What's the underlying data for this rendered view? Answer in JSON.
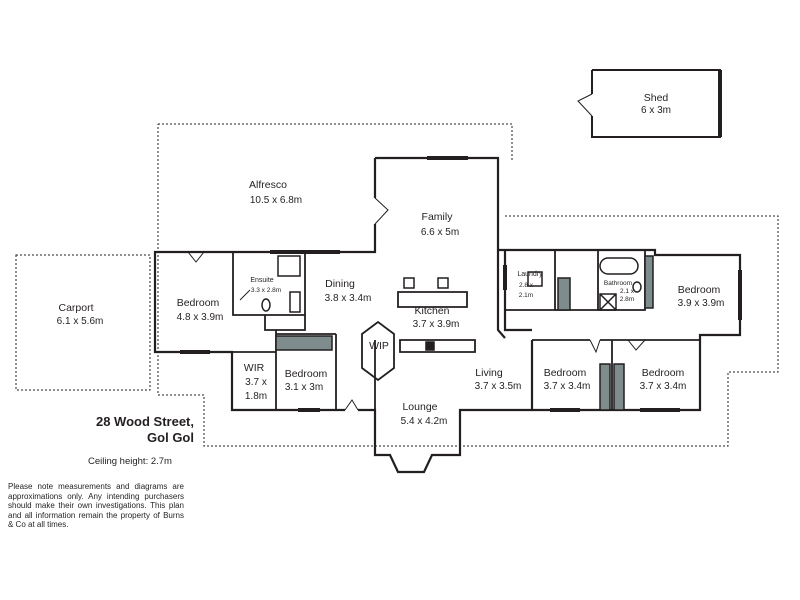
{
  "property": {
    "address_line1": "28 Wood Street,",
    "address_line2": "Gol Gol",
    "ceiling": "Ceiling height: 2.7m",
    "disclaimer": "Please note measurements and diagrams are approximations only. Any intending purchasers should make their own investigations. This plan and all information remain the property of Burns & Co at all times."
  },
  "rooms": {
    "shed": {
      "name": "Shed",
      "dim": "6 x 3m"
    },
    "alfresco": {
      "name": "Alfresco",
      "dim": "10.5 x 6.8m"
    },
    "family": {
      "name": "Family",
      "dim": "6.6 x 5m"
    },
    "carport": {
      "name": "Carport",
      "dim": "6.1 x 5.6m"
    },
    "bedroom_main": {
      "name": "Bedroom",
      "dim": "4.8 x 3.9m"
    },
    "ensuite": {
      "name": "Ensuite",
      "dim": "3.3 x 2.8m"
    },
    "dining": {
      "name": "Dining",
      "dim": "3.8 x 3.4m"
    },
    "kitchen": {
      "name": "Kitchen",
      "dim": "3.7 x 3.9m"
    },
    "wip": {
      "name": "WIP"
    },
    "wir": {
      "name": "WIR",
      "dim1": "3.7 x",
      "dim2": "1.8m"
    },
    "bedroom_2": {
      "name": "Bedroom",
      "dim": "3.1 x 3m"
    },
    "lounge": {
      "name": "Lounge",
      "dim": "5.4 x 4.2m"
    },
    "living": {
      "name": "Living",
      "dim": "3.7 x 3.5m"
    },
    "laundry": {
      "name": "Laundry",
      "dim1": "2.8 x",
      "dim2": "2.1m"
    },
    "bathroom": {
      "name": "Bathroom",
      "dim1": "2.1 x",
      "dim2": "2.8m"
    },
    "bedroom_east": {
      "name": "Bedroom",
      "dim": "3.9 x 3.9m"
    },
    "bedroom_3": {
      "name": "Bedroom",
      "dim": "3.7 x 3.4m"
    },
    "bedroom_4": {
      "name": "Bedroom",
      "dim": "3.7 x 3.4m"
    }
  },
  "colors": {
    "wall": "#231f20",
    "fixture": "#7f8c8d"
  }
}
